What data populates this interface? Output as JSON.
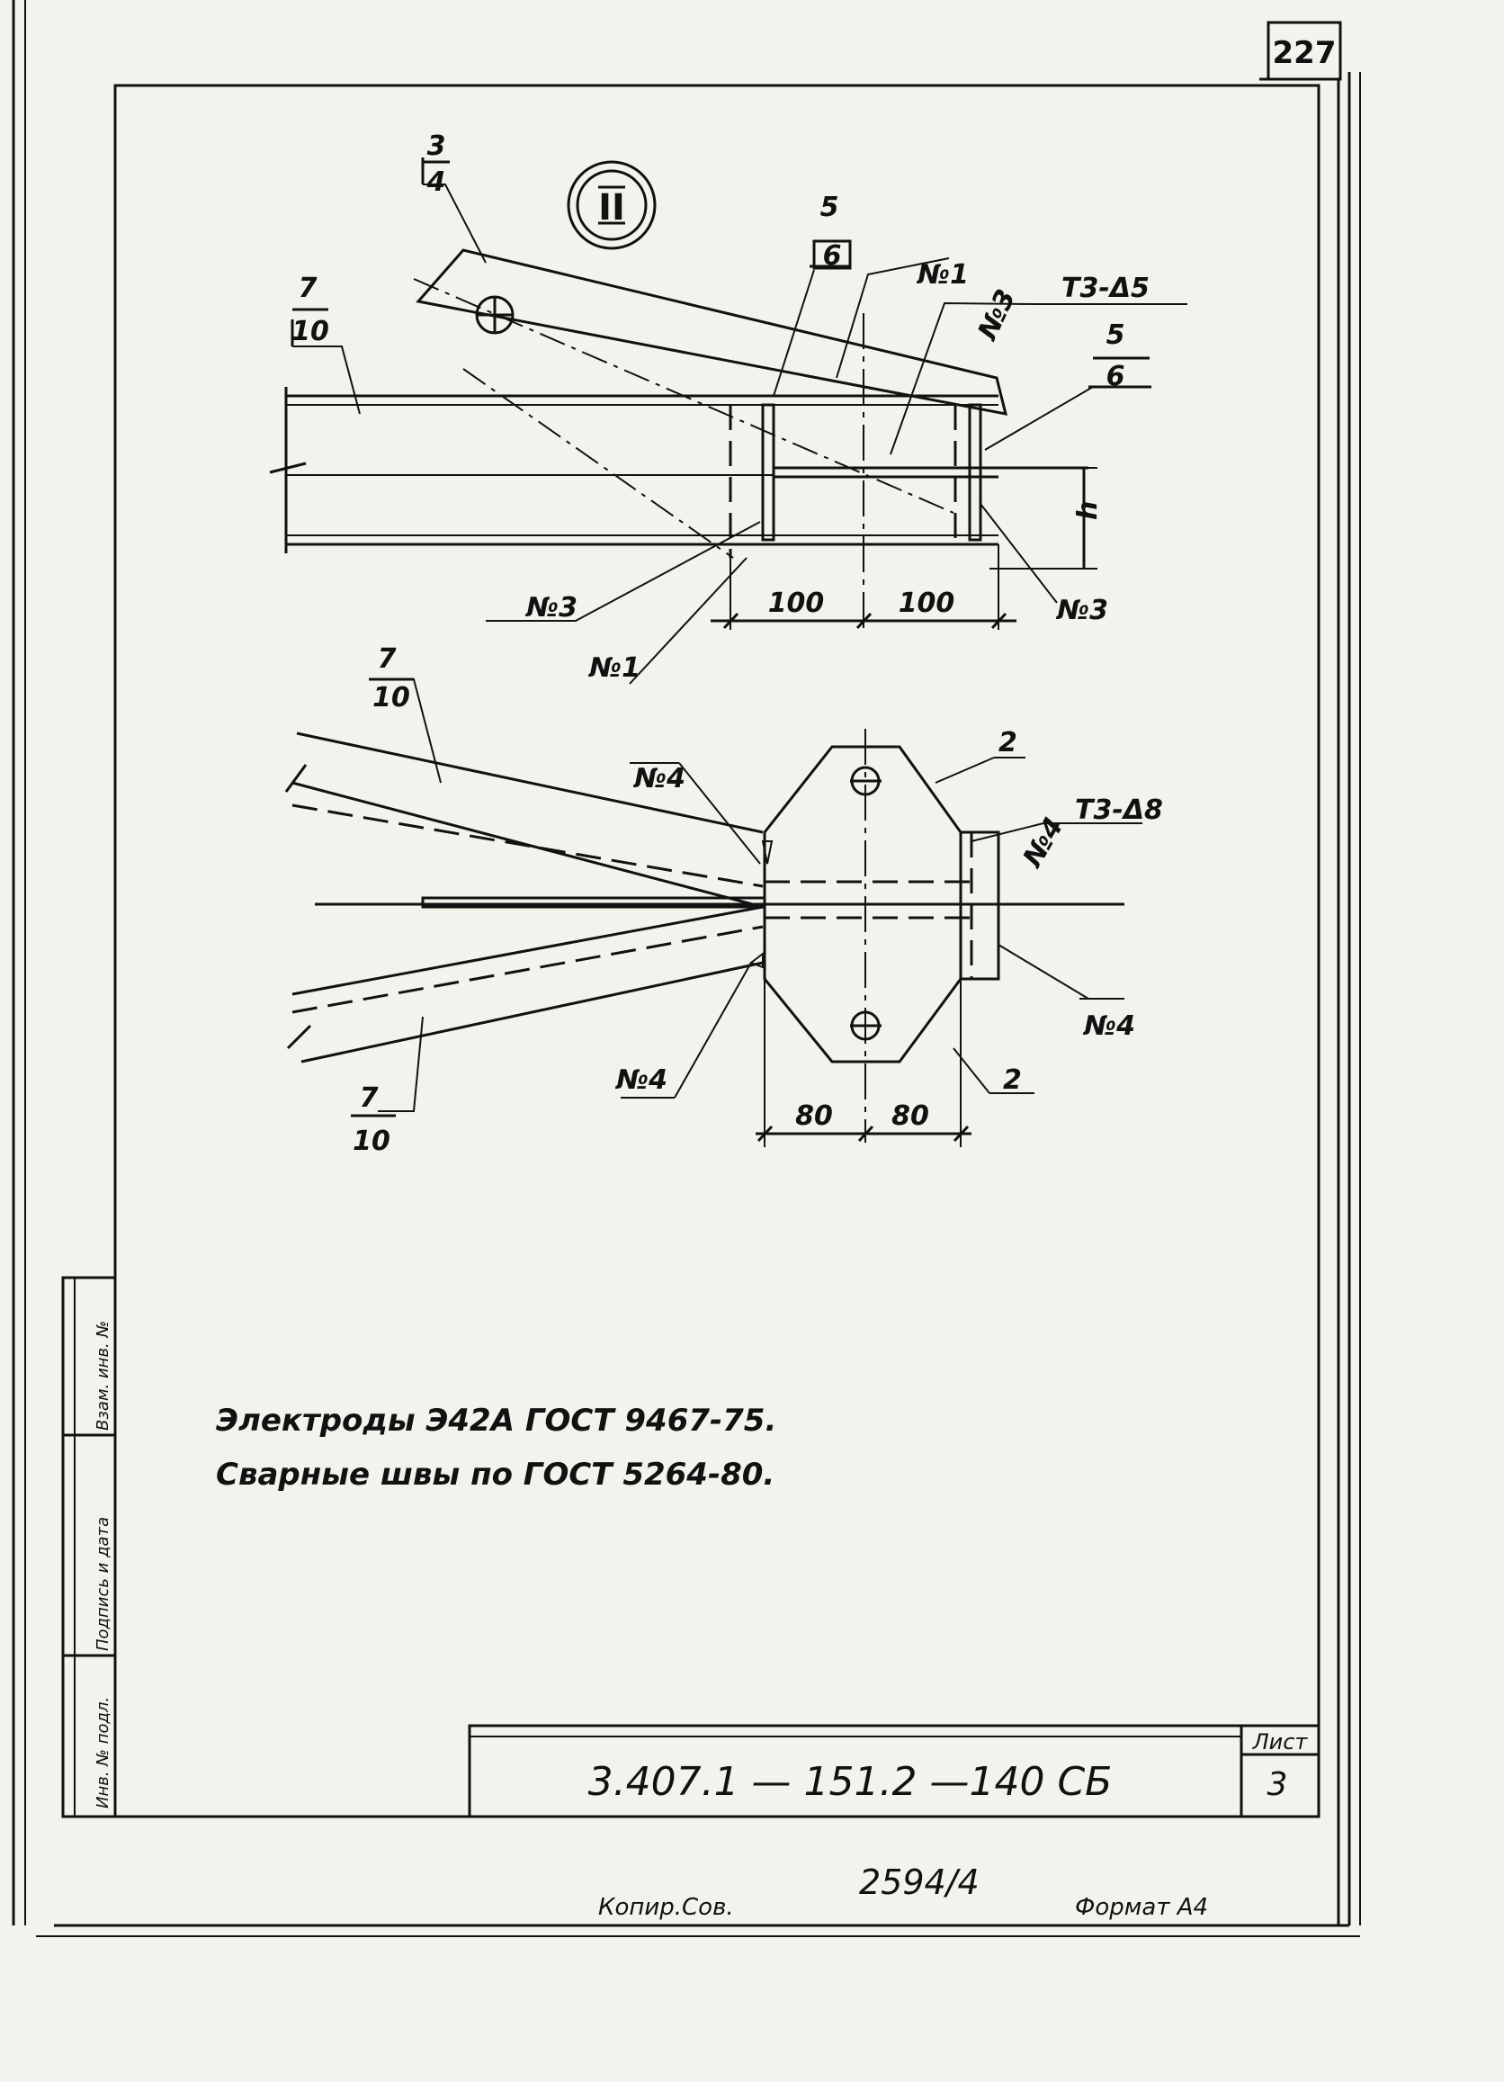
{
  "sheet_number": "227",
  "section_mark": "II",
  "top_view": {
    "mark_3_4": {
      "num": "3",
      "den": "4"
    },
    "mark_5_6_a": {
      "num": "5",
      "den": "6"
    },
    "mark_5_6_b": {
      "num": "5",
      "den": "6"
    },
    "mark_7_10": {
      "num": "7",
      "den": "10"
    },
    "weld_n1_top": "№1",
    "weld_n3_top": "№3",
    "weld_t3": "Т3-Δ5",
    "weld_n3_left": "№3",
    "weld_n1_bottom": "№1",
    "weld_n3_right": "№3",
    "dim_h": "h",
    "dim_100_left": "100",
    "dim_100_right": "100"
  },
  "bottom_view": {
    "mark_7_10_top": {
      "num": "7",
      "den": "10"
    },
    "mark_7_10_bottom": {
      "num": "7",
      "den": "10"
    },
    "mark_2_top": "2",
    "mark_2_bottom": "2",
    "weld_n4_top_left": "№4",
    "weld_t3": "Т3-Δ8",
    "weld_n4_top_right": "№4",
    "weld_n4_right": "№4",
    "weld_n4_bottom_left": "№4",
    "dim_80_left": "80",
    "dim_80_right": "80"
  },
  "notes": {
    "line1": "Электроды Э42А  ГОСТ 9467-75.",
    "line2": "Сварные  швы по ГОСТ 5264-80."
  },
  "stamp": {
    "doc_code": "3.407.1 — 151.2  —140 СБ",
    "sheet_label": "Лист",
    "sheet_value": "3",
    "copied_label": "Копир.Сов.",
    "format_label": "Формат А4",
    "archive_number": "2594/4"
  },
  "side_stamp": {
    "label1": "Инв. № подл.",
    "label2": "Подпись и дата",
    "label3": "Взам. инв. №"
  }
}
